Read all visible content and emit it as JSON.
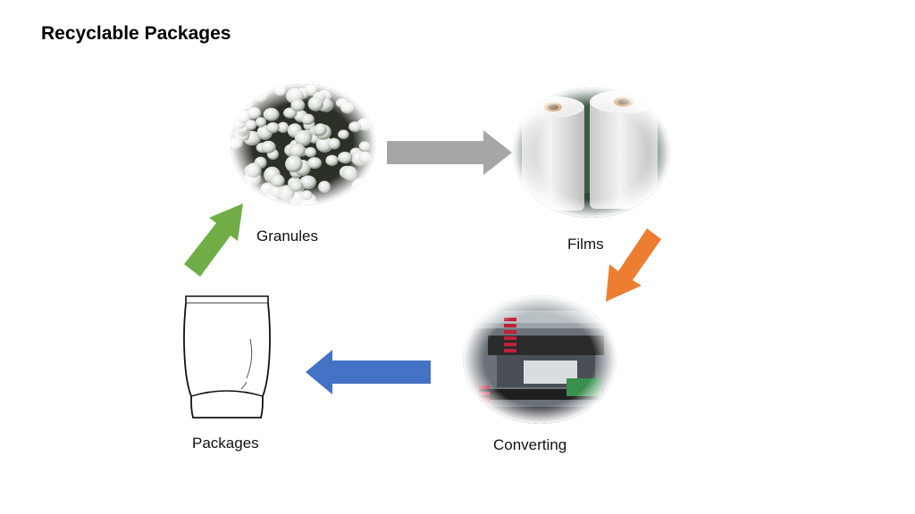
{
  "slide": {
    "title": "Recyclable Packages"
  },
  "stages": {
    "granules": {
      "label": "Granules",
      "icon": "granules-image"
    },
    "films": {
      "label": "Films",
      "icon": "film-rolls-image"
    },
    "converting": {
      "label": "Converting",
      "icon": "converting-machine-image"
    },
    "packages": {
      "label": "Packages",
      "icon": "pouch-drawing"
    }
  },
  "arrows": {
    "granules_to_films": {
      "color": "#a6a6a6"
    },
    "films_to_converting": {
      "color": "#ed7d31"
    },
    "converting_to_packages": {
      "color": "#4472c4"
    },
    "packages_to_granules": {
      "color": "#70ad47"
    }
  }
}
